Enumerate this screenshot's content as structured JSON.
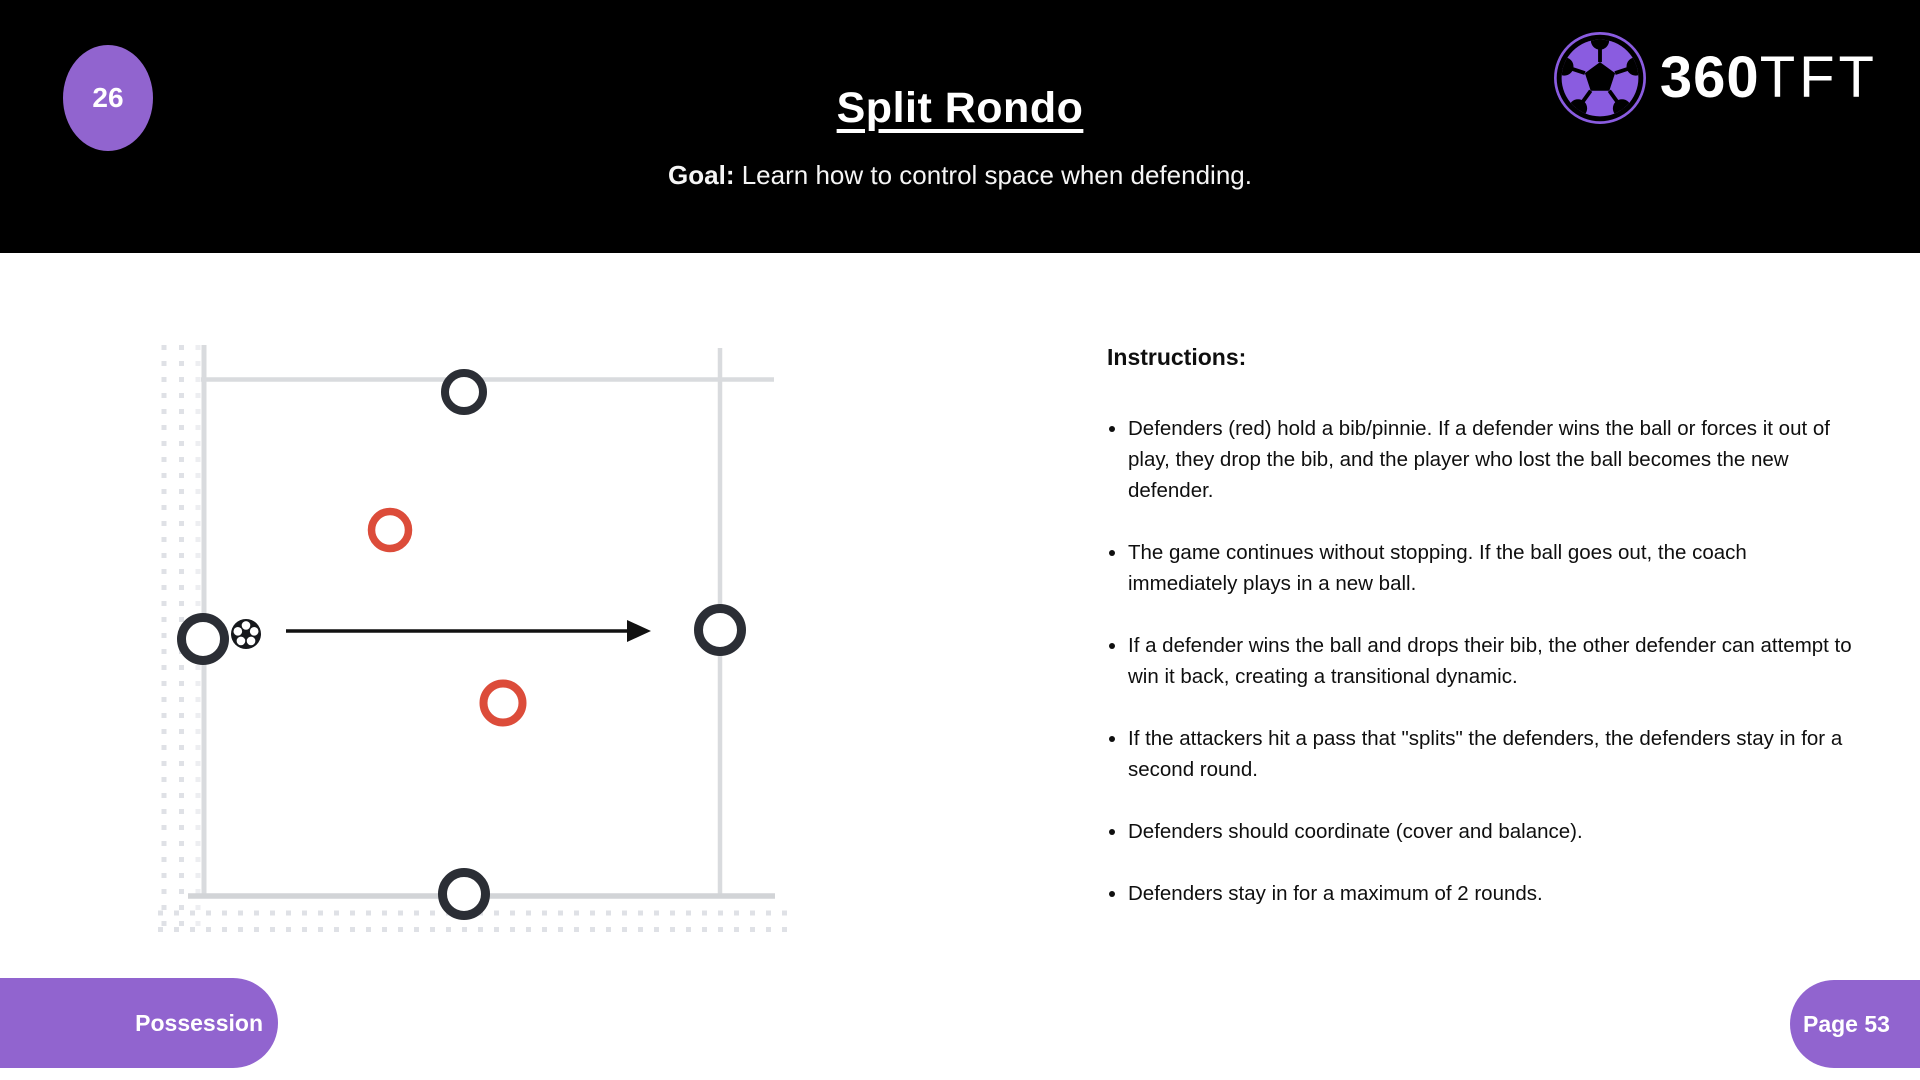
{
  "header": {
    "badge_number": "26",
    "title": "Split Rondo",
    "goal_label": "Goal:",
    "goal_text": "Learn how to control space when defending.",
    "logo_bold": "360",
    "logo_light": "TFT"
  },
  "instructions": {
    "heading": "Instructions:",
    "bullets": [
      "Defenders (red) hold a bib/pinnie. If a defender wins the ball or forces it out of play, they drop the bib, and the player who lost the ball becomes the new defender.",
      "The game continues without stopping. If the ball goes out, the coach immediately plays in a new ball.",
      "If a defender wins the ball and drops their bib, the other defender can attempt to win it back, creating a transitional dynamic.",
      "If the attackers hit a pass that \"splits\" the defenders, the defenders stay in for a second round.",
      "Defenders should coordinate (cover and balance).",
      "Defenders stay in for a maximum of 2 rounds."
    ]
  },
  "diagram": {
    "description": "Square rondo pitch with four dark attackers on the outside lines (top, left, right, bottom), two red defenders inside, a ball beside the left attacker and a pass arrow toward the right attacker",
    "players": [
      {
        "role": "attacker",
        "marker": "dark-ring",
        "position": "top-center"
      },
      {
        "role": "defender",
        "marker": "red-ring",
        "position": "inside-upper-left"
      },
      {
        "role": "attacker",
        "marker": "dark-ring",
        "position": "left-line"
      },
      {
        "role": "attacker",
        "marker": "dark-ring",
        "position": "right-line"
      },
      {
        "role": "defender",
        "marker": "red-ring",
        "position": "inside-lower-middle"
      },
      {
        "role": "attacker",
        "marker": "dark-ring",
        "position": "bottom-center"
      }
    ],
    "ball": {
      "position": "beside-left-attacker"
    },
    "arrow": {
      "from": "left-attacker",
      "to": "right-attacker",
      "direction": "right"
    }
  },
  "footer": {
    "category_label": "Possession",
    "page_label": "Page 53"
  },
  "colors": {
    "header_bg": "#000000",
    "accent_purple": "#9164cf",
    "logo_purple": "#8a5ce0",
    "defender_red": "#dc4c3a",
    "player_dark": "#2b2e35",
    "pitch_line_gray": "#d9dbde",
    "grid_dot_gray": "#dfe1e6"
  }
}
